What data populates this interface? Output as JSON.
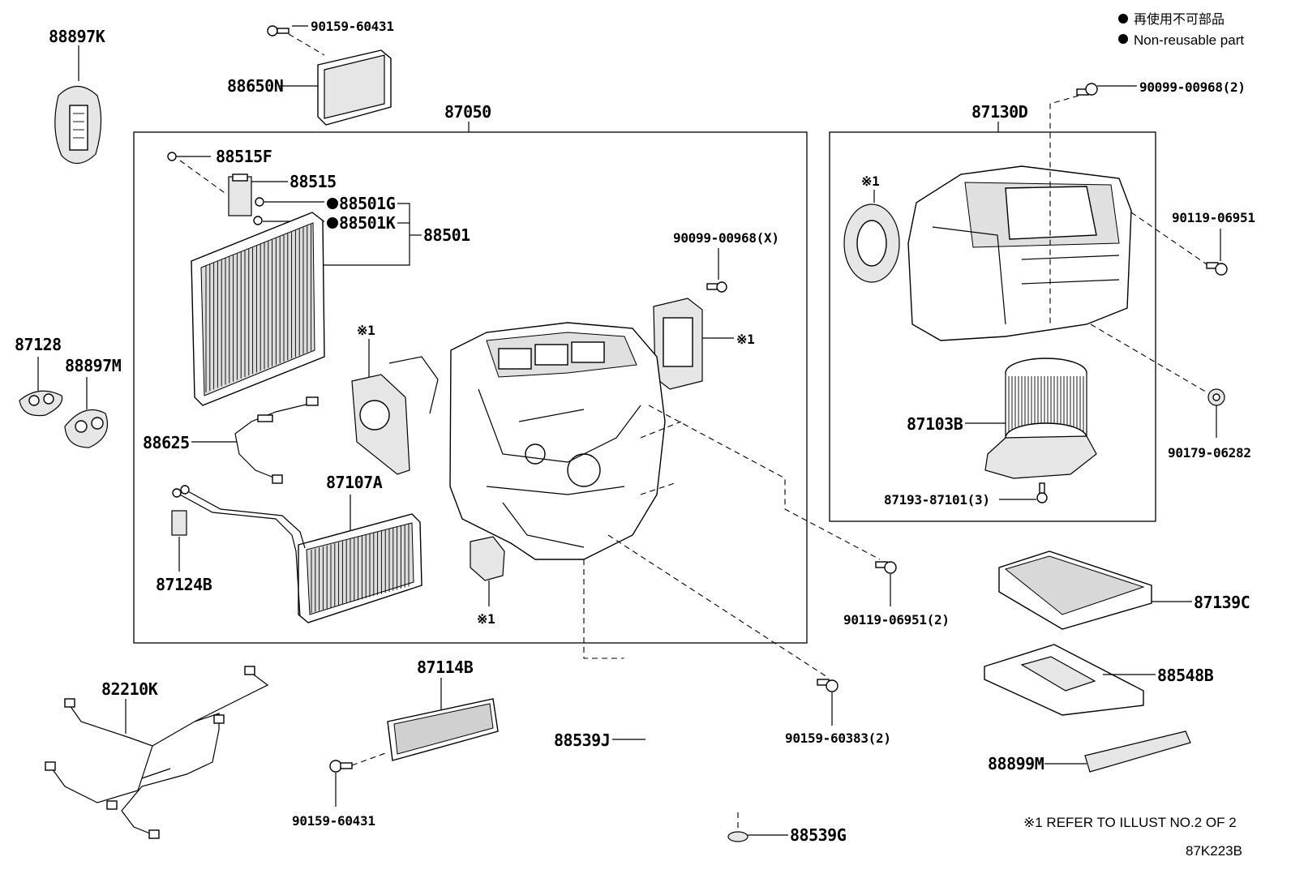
{
  "legend": {
    "japanese": "再使用不可部品",
    "english": "Non-reusable part"
  },
  "note_refer": "※1 REFER TO ILLUST NO.2 OF 2",
  "diagram_code": "87K223B",
  "callouts": {
    "c88897K": "88897K",
    "c90159_60431_top": "90159-60431",
    "c88650N": "88650N",
    "c87050": "87050",
    "c88515F": "88515F",
    "c88515": "88515",
    "c88501G": "88501G",
    "c88501K": "88501K",
    "c88501": "88501",
    "c90099_00968X": "90099-00968(X)",
    "c87128": "87128",
    "c88897M": "88897M",
    "c88625": "88625",
    "c87107A": "87107A",
    "c87124B": "87124B",
    "c87130D": "87130D",
    "c90099_00968_2": "90099-00968(2)",
    "c90119_06951": "90119-06951",
    "c90179_06282": "90179-06282",
    "c87103B": "87103B",
    "c87193_87101_3": "87193-87101(3)",
    "c90119_06951_2": "90119-06951(2)",
    "c87139C": "87139C",
    "c88548B": "88548B",
    "c88899M": "88899M",
    "c82210K": "82210K",
    "c87114B": "87114B",
    "c90159_60431_bot": "90159-60431",
    "c88539J": "88539J",
    "c90159_60383_2": "90159-60383(2)",
    "c88539G": "88539G",
    "ref1_a": "※1",
    "ref1_b": "※1",
    "ref1_c": "※1",
    "ref1_d": "※1"
  }
}
